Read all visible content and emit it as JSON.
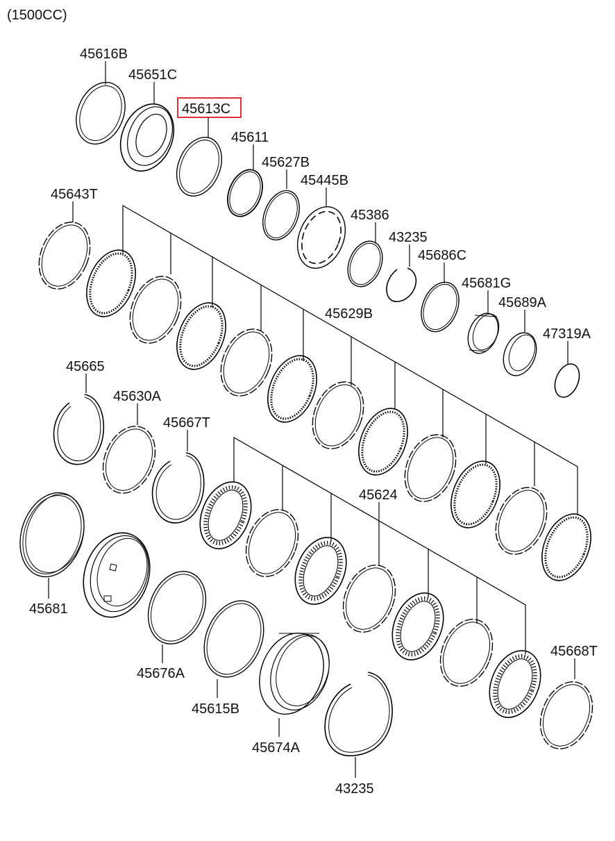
{
  "header": {
    "engine": "(1500CC)"
  },
  "highlight_part": "45613C",
  "colors": {
    "highlight": "#e0303a",
    "ink": "#000000"
  },
  "labels": {
    "p45616B": "45616B",
    "p45651C": "45651C",
    "p45613C": "45613C",
    "p45611": "45611",
    "p45627B": "45627B",
    "p45445B": "45445B",
    "p45643T": "45643T",
    "p45386": "45386",
    "p43235a": "43235",
    "p45686C": "45686C",
    "p45681G": "45681G",
    "p45689A": "45689A",
    "p47319A": "47319A",
    "p45629B": "45629B",
    "p45665": "45665",
    "p45630A": "45630A",
    "p45667T": "45667T",
    "p45624": "45624",
    "p45681": "45681",
    "p45676A": "45676A",
    "p45615B": "45615B",
    "p45674A": "45674A",
    "p45668T": "45668T",
    "p43235b": "43235"
  }
}
